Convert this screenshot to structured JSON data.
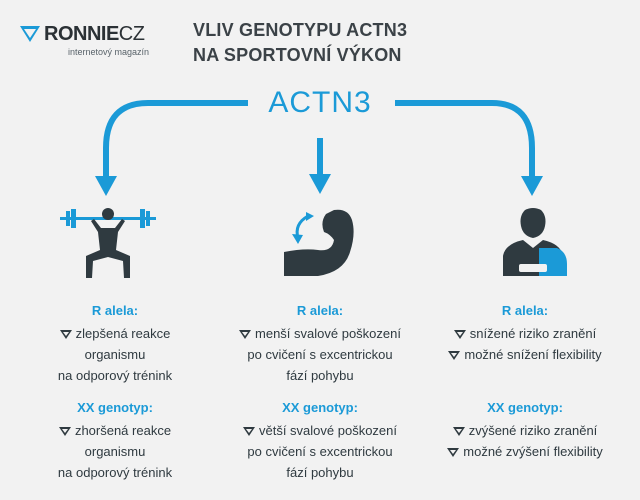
{
  "logo": {
    "brand": "RONNIE",
    "brand_suffix": "CZ",
    "subtitle": "internetový magazín"
  },
  "title": {
    "line1": "VLIV GENOTYPU ACTN3",
    "line2": "NA SPORTOVNÍ VÝKON"
  },
  "center_label": "ACTN3",
  "colors": {
    "accent": "#1b9ad7",
    "text": "#2f3a40",
    "icon": "#2f3a40",
    "background": "#f2f2f2"
  },
  "icons": [
    "barbell-squat-icon",
    "flexed-arm-icon",
    "shoulder-injury-icon"
  ],
  "columns": [
    {
      "r_head": "R alela:",
      "r_lines": [
        "zlepšená reakce",
        "organismu",
        "na odporový trénink"
      ],
      "xx_head": "XX genotyp:",
      "xx_lines": [
        "zhoršená reakce",
        "organismu",
        "na odporový trénink"
      ]
    },
    {
      "r_head": "R alela:",
      "r_lines": [
        "menší svalové poškození",
        "po cvičení s excentrickou",
        "fází pohybu"
      ],
      "xx_head": "XX genotyp:",
      "xx_lines": [
        "větší svalové poškození",
        "po cvičení s excentrickou",
        "fází pohybu"
      ]
    },
    {
      "r_head": "R alela:",
      "r_lines": [
        "snížené riziko zranění",
        "možné snížení flexibility"
      ],
      "xx_head": "XX genotyp:",
      "xx_lines": [
        "zvýšené riziko zranění",
        "možné zvýšení flexibility"
      ]
    }
  ]
}
